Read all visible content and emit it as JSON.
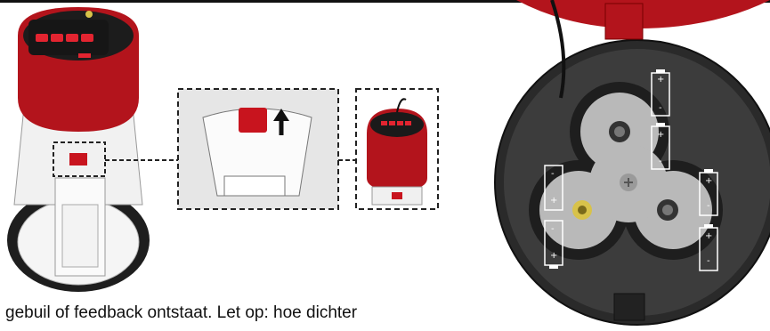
{
  "caption": "gebuil of feedback ontstaat. Let op: hoe dichter",
  "colors": {
    "accent_red": "#b3141c",
    "body_white": "#f1f1f1",
    "dark": "#2b2b2b",
    "panel_gray": "#e6e6e6"
  },
  "icons": [
    "megaphone-front",
    "battery-compartment",
    "battery-cell",
    "lock-slider",
    "arrow-up"
  ],
  "battery_terminal_labels": {
    "positive": "+",
    "negative": "-"
  }
}
